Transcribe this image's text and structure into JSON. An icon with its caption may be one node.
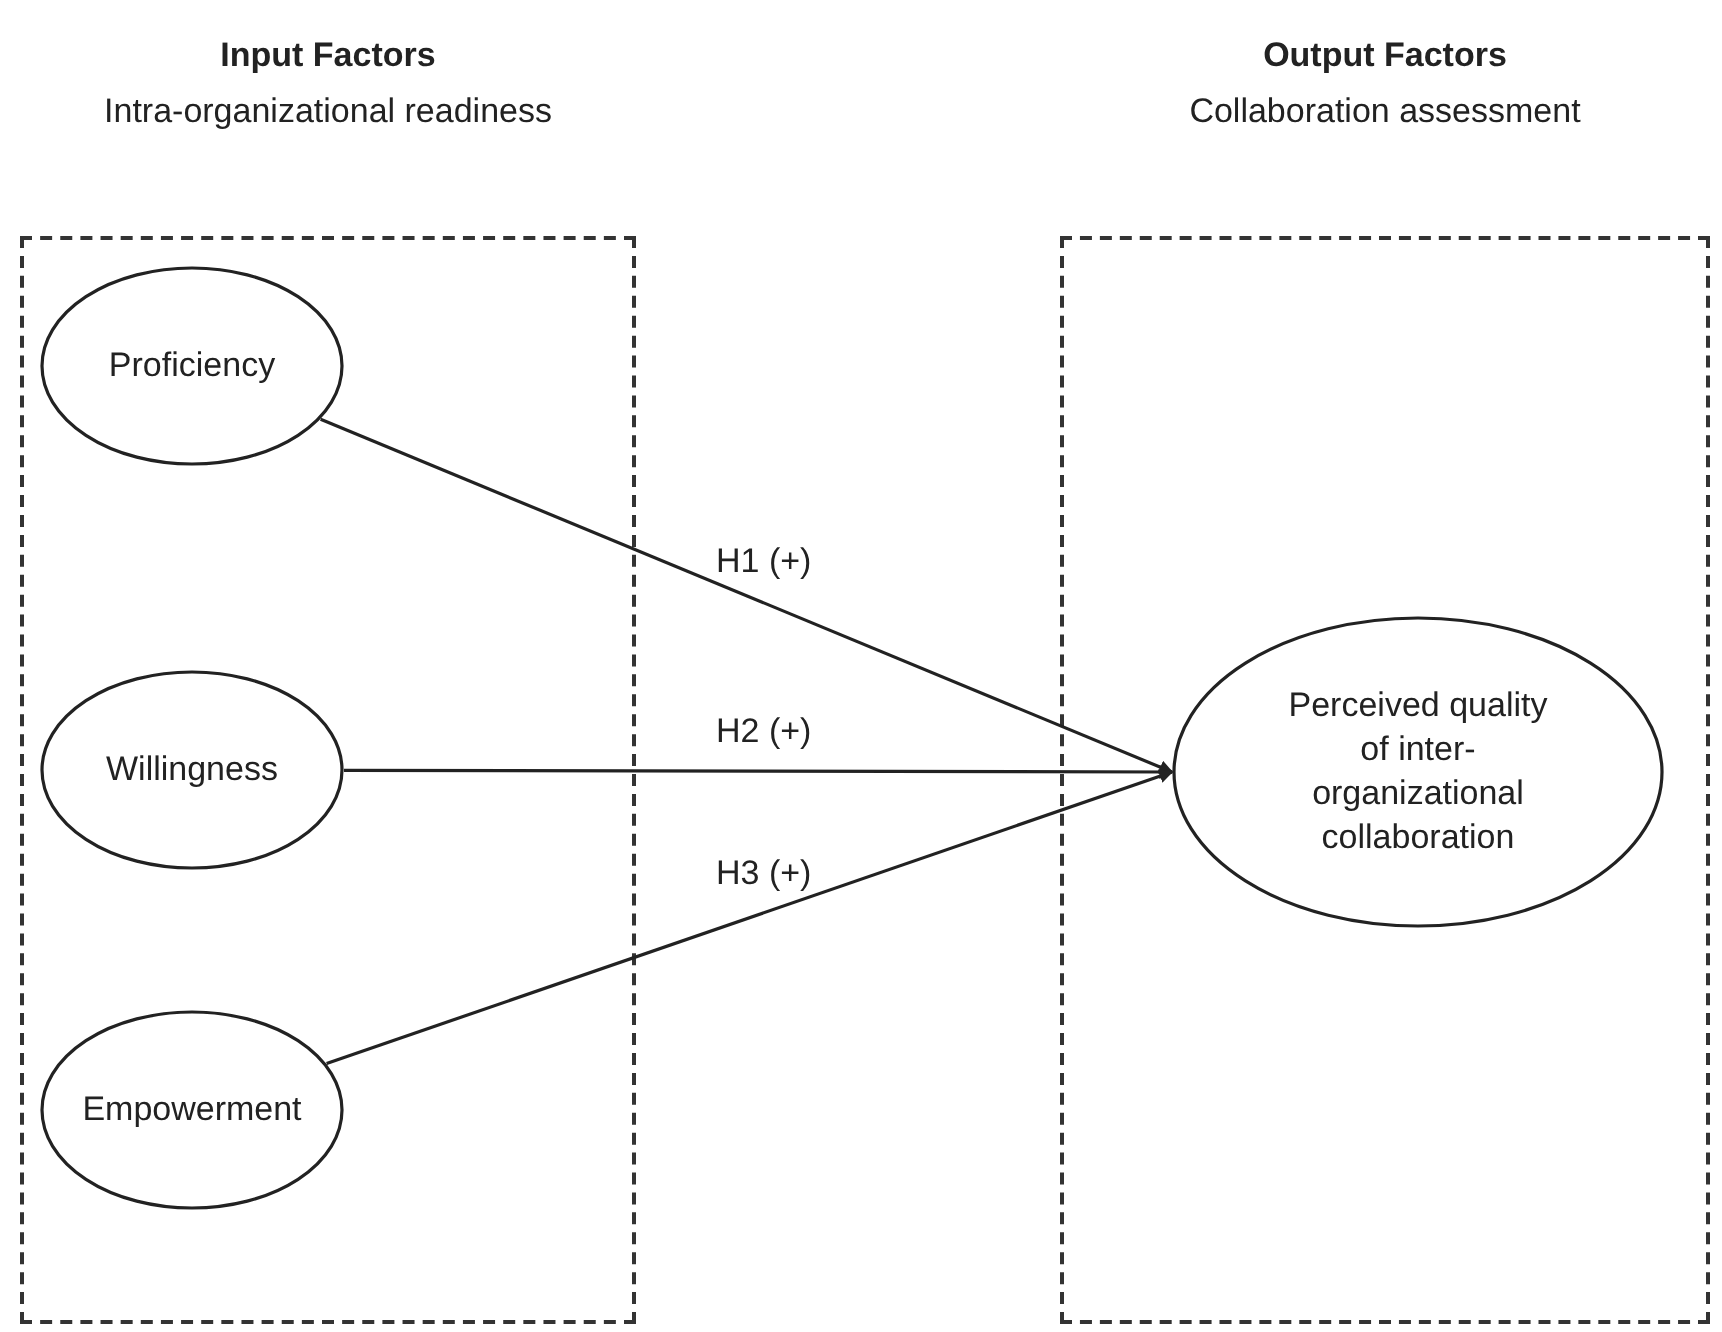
{
  "diagram": {
    "nodes": [
      {
        "text": [
          "Input Factors",
          "Intra-organizational readiness"
        ]
      },
      {
        "text": [
          "Proficiency"
        ],
        "in": 0
      },
      {
        "text": [
          "Willingness"
        ],
        "in": 0
      },
      {
        "text": [
          "Empowerment"
        ],
        "in": 0
      },
      {
        "text": [
          "Output Factors",
          "Collaboration assessment"
        ]
      },
      {
        "text": [
          "Perceived quality of inter-organizational collaboration"
        ],
        "in": 4
      }
    ],
    "edges": [
      {
        "from": 1,
        "to": 5,
        "arrow": "to",
        "label": "H1 (+)"
      },
      {
        "from": 2,
        "to": 5,
        "arrow": "to",
        "label": "H2 (+)"
      },
      {
        "from": 3,
        "to": 5,
        "arrow": "to",
        "label": "H3 (+)"
      }
    ]
  }
}
